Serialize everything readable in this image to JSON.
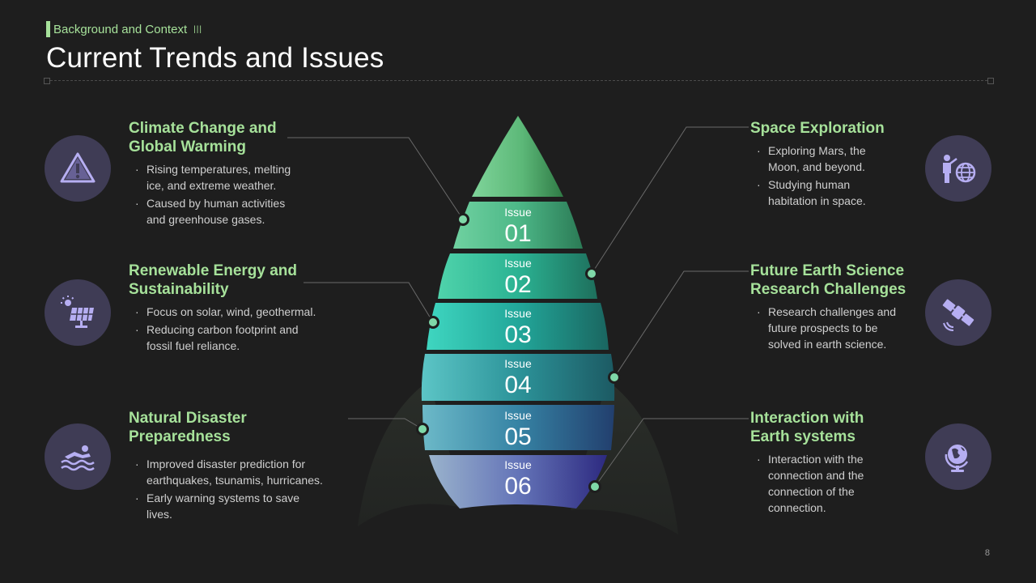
{
  "header": {
    "kicker": "Background  and Context",
    "title": "Current  Trends  and Issues"
  },
  "issues": [
    {
      "label": "Issue",
      "number": "01"
    },
    {
      "label": "Issue",
      "number": "02"
    },
    {
      "label": "Issue",
      "number": "03"
    },
    {
      "label": "Issue",
      "number": "04"
    },
    {
      "label": "Issue",
      "number": "05"
    },
    {
      "label": "Issue",
      "number": "06"
    }
  ],
  "left": [
    {
      "title": "Climate Change and Global Warming",
      "bullets": [
        "Rising temperatures, melting ice, and extreme weather.",
        "Caused by human activities and greenhouse gases."
      ],
      "icon": "warning-icon"
    },
    {
      "title": "Renewable Energy and Sustainability",
      "bullets": [
        "Focus on solar, wind, geothermal.",
        "Reducing carbon footprint and fossil fuel reliance."
      ],
      "icon": "solar-panel-icon"
    },
    {
      "title": "Natural Disaster Preparedness",
      "bullets": [
        "Improved disaster prediction for earthquakes, tsunamis, hurricanes.",
        "Early warning systems to save lives."
      ],
      "icon": "flood-icon"
    }
  ],
  "right": [
    {
      "title": "Space Exploration",
      "bullets": [
        "Exploring Mars, the Moon, and beyond.",
        "Studying human habitation in space."
      ],
      "icon": "presenter-globe-icon"
    },
    {
      "title": "Future Earth Science Research Challenges",
      "bullets": [
        "Research challenges and future prospects to be solved in earth science."
      ],
      "icon": "satellite-icon"
    },
    {
      "title": "Interaction with Earth systems",
      "bullets": [
        "Interaction with the connection and the connection of the connection."
      ],
      "icon": "globe-icon"
    }
  ],
  "page_number": "8",
  "colors": {
    "accent": "#a6e19a",
    "icon_bg": "#3f3c55",
    "icon_fg": "#b6aef2"
  }
}
